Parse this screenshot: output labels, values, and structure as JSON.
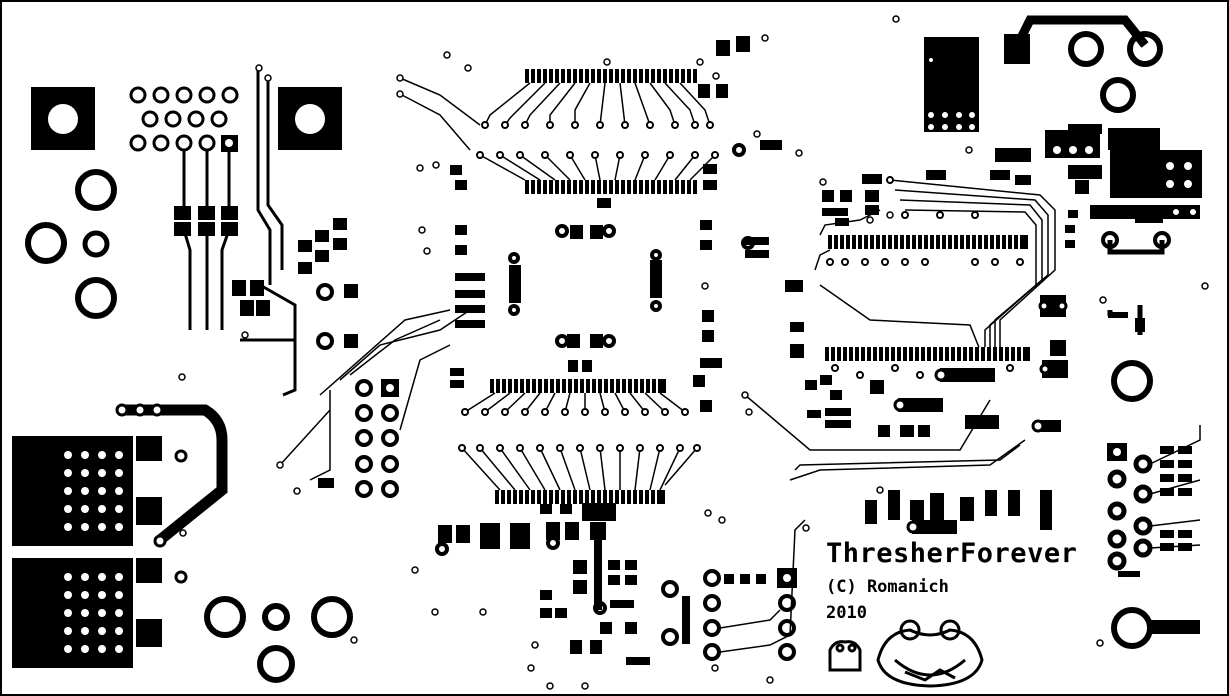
{
  "silkscreen": {
    "title": "ThresherForever",
    "author": "(C) Romanich",
    "year": "2010"
  },
  "colors": {
    "copper": "#000000",
    "background": "#ffffff"
  }
}
